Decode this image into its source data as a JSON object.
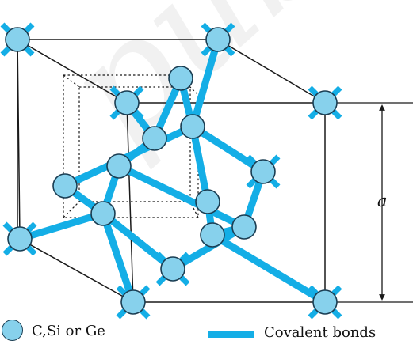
{
  "dimension_label": "a",
  "legend": {
    "atom_label": "C,Si or Ge",
    "bond_label": "Covalent bonds"
  },
  "colors": {
    "atom_fill": "#87d1ec",
    "atom_stroke": "#1a3d52",
    "bond": "#14aee6",
    "cube_edge": "#1a1a1a"
  }
}
